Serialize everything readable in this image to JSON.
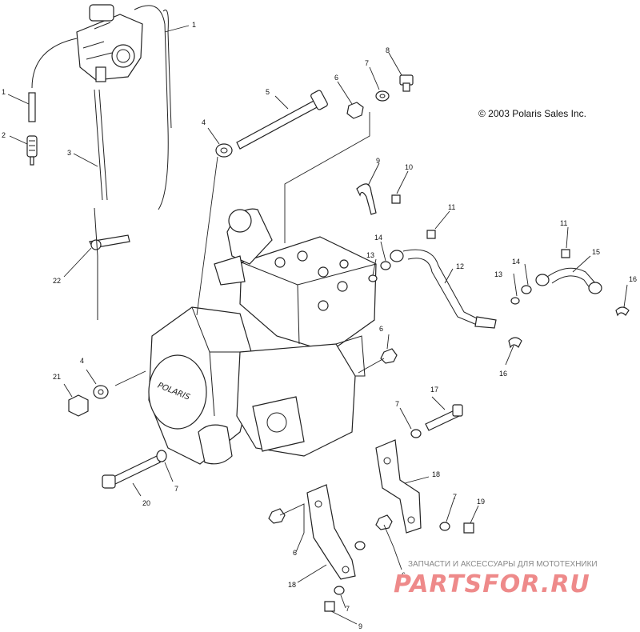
{
  "copyright": "© 2003 Polaris Sales Inc.",
  "engine_brand": "POLARIS",
  "watermark": {
    "tagline": "ЗАПЧАСТИ И АКСЕССУАРЫ ДЛЯ МОТОТЕХНИКИ",
    "site": "PARTSFOR.RU"
  },
  "callouts": {
    "c1": "1",
    "c1b": "1",
    "c2": "2",
    "c3": "3",
    "c4a": "4",
    "c4b": "4",
    "c5": "5",
    "c6a": "6",
    "c6b": "6",
    "c6c": "6",
    "c6d": "6",
    "c7a": "7",
    "c7b": "7",
    "c7c": "7",
    "c7d": "7",
    "c7e": "7",
    "c8": "8",
    "c9a": "9",
    "c9b": "9",
    "c10": "10",
    "c11a": "11",
    "c11b": "11",
    "c12": "12",
    "c13a": "13",
    "c13b": "13",
    "c14a": "14",
    "c14b": "14",
    "c15": "15",
    "c16a": "16",
    "c16b": "16",
    "c17": "17",
    "c18a": "18",
    "c18b": "18",
    "c19": "19",
    "c20": "20",
    "c21": "21",
    "c22": "22"
  },
  "colors": {
    "line": "#222222",
    "watermark": "#ee8a8a"
  }
}
